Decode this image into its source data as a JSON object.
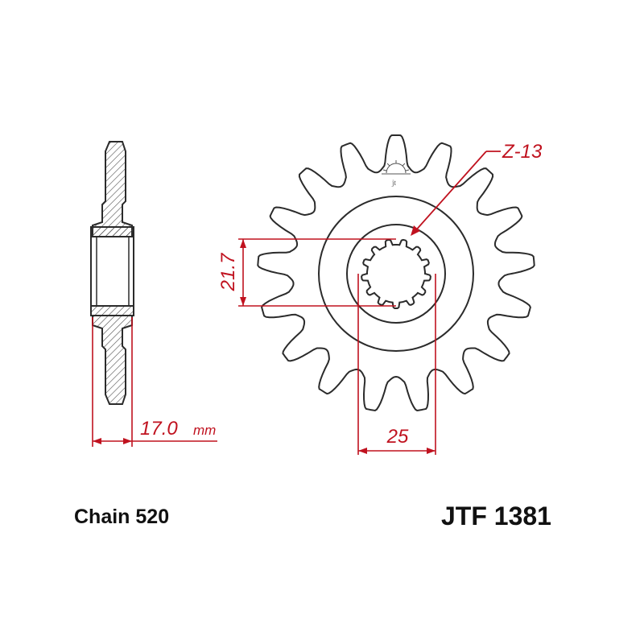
{
  "colors": {
    "line": "#2b2b2b",
    "dimension": "#c0121f",
    "hatch": "#4a4a4a",
    "background": "#ffffff"
  },
  "dimensions": {
    "teeth_label": "Z-13",
    "bore_height": "21.7",
    "spline_width": "25",
    "thickness_value": "17.0",
    "thickness_unit": "mm"
  },
  "labels": {
    "chain": "Chain 520",
    "part_number": "JTF 1381"
  },
  "logo": {
    "text": "jt"
  }
}
